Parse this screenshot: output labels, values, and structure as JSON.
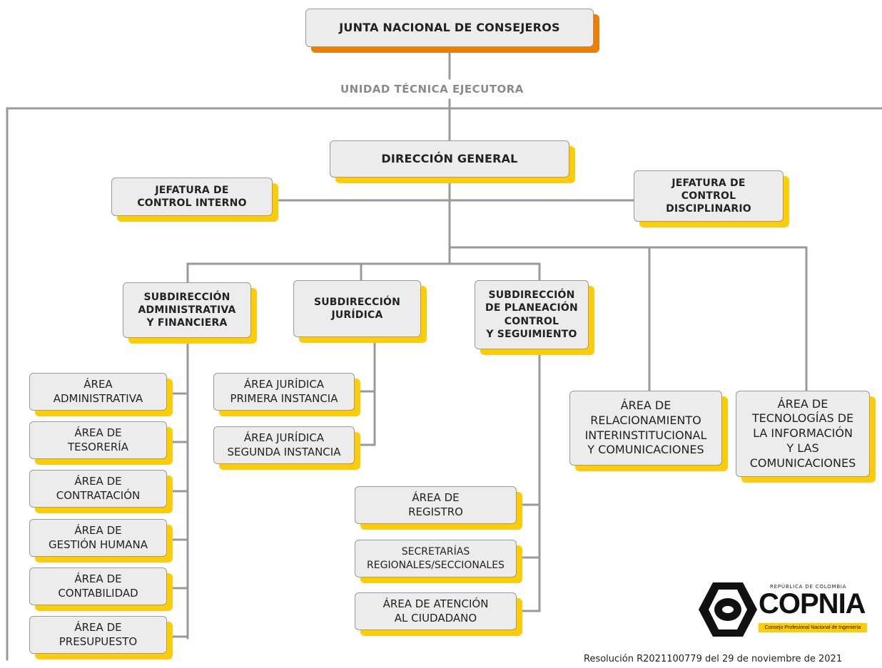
{
  "board": "JUNTA NACIONAL DE CONSEJEROS",
  "technical_unit": "UNIDAD TÉCNICA EJECUTORA",
  "general_direction": "DIRECCIÓN GENERAL",
  "internal_control": "JEFATURA DE\nCONTROL INTERNO",
  "disciplinary_control": "JEFATURA DE\nCONTROL\nDISCIPLINARIO",
  "subdirections": {
    "administrative": "SUBDIRECCIÓN\nADMINISTRATIVA\nY FINANCIERA",
    "legal": "SUBDIRECCIÓN\nJURÍDICA",
    "planning": "SUBDIRECCIÓN\nDE PLANEACIÓN\nCONTROL\nY SEGUIMIENTO"
  },
  "admin_areas": [
    "ÁREA\nADMINISTRATIVA",
    "ÁREA DE\nTESORERÍA",
    "ÁREA DE\nCONTRATACIÓN",
    "ÁREA DE\nGESTIÓN HUMANA",
    "ÁREA DE\nCONTABILIDAD",
    "ÁREA DE\nPRESUPUESTO"
  ],
  "legal_areas": [
    "ÁREA JURÍDICA\nPRIMERA INSTANCIA",
    "ÁREA JURÍDICA\nSEGUNDA INSTANCIA"
  ],
  "planning_areas": [
    "ÁREA  DE\nREGISTRO",
    "SECRETARÍAS\nREGIONALES/SECCIONALES",
    "ÁREA DE ATENCIÓN\nAL CIUDADANO"
  ],
  "relations_area": "ÁREA DE\nRELACIONAMIENTO\nINTERINSTITUCIONAL\nY COMUNICACIONES",
  "it_area": "ÁREA DE\nTECNOLOGÍAS DE\nLA INFORMACIÓN\nY LAS\nCOMUNICACIONES",
  "logo": {
    "country": "REPÚBLICA DE COLOMBIA",
    "name": "COPNIA",
    "subtitle": "Consejo Profesional Nacional de Ingeniería"
  },
  "footer": "Resolución R2021100779 del 29 de noviembre de 2021",
  "colors": {
    "box_fill": "#ececec",
    "box_border": "#9a9a9a",
    "yellow_shadow": "#ffcc00",
    "orange_shadow": "#ef7d00",
    "connector": "#999999"
  }
}
